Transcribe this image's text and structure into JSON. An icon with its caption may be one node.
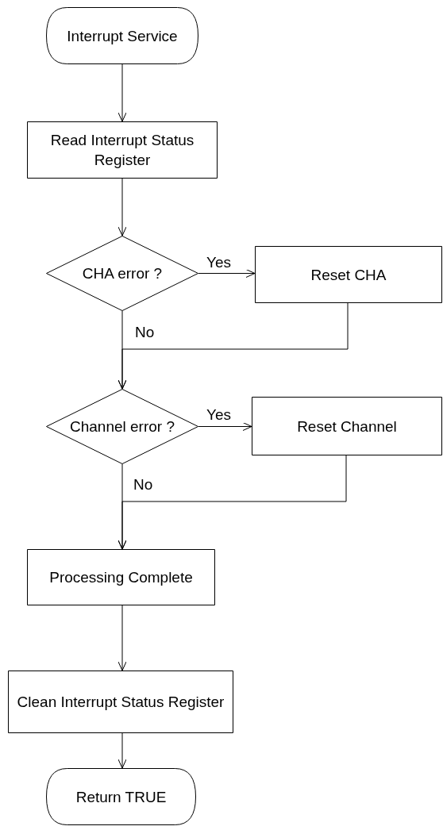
{
  "diagram": {
    "nodes": [
      {
        "text": [
          "Interrupt Service"
        ]
      },
      {
        "text": [
          "Read Interrupt Status Register"
        ]
      },
      {
        "text": [
          "CHA error ?"
        ]
      },
      {
        "text": [
          "Reset CHA"
        ]
      },
      {
        "text": [
          "Channel error ?"
        ]
      },
      {
        "text": [
          "Reset Channel"
        ]
      },
      {
        "text": [
          "Processing Complete"
        ]
      },
      {
        "text": [
          "Clean Interrupt Status Register"
        ]
      },
      {
        "text": [
          "Return TRUE"
        ]
      }
    ],
    "edges": [
      {
        "from": 0,
        "to": 1,
        "arrow": "to"
      },
      {
        "from": 1,
        "to": 2,
        "arrow": "to"
      },
      {
        "from": 2,
        "to": 3,
        "arrow": "to",
        "label": "Yes"
      },
      {
        "from": 2,
        "to": 4,
        "arrow": "to",
        "label": "No"
      },
      {
        "from": 3,
        "to": 4,
        "arrow": "to"
      },
      {
        "from": 4,
        "to": 5,
        "arrow": "to",
        "label": "Yes"
      },
      {
        "from": 4,
        "to": 6,
        "arrow": "to",
        "label": "No"
      },
      {
        "from": 5,
        "to": 6,
        "arrow": "to"
      },
      {
        "from": 6,
        "to": 7,
        "arrow": "to"
      },
      {
        "from": 7,
        "to": 8,
        "arrow": "to"
      }
    ]
  }
}
